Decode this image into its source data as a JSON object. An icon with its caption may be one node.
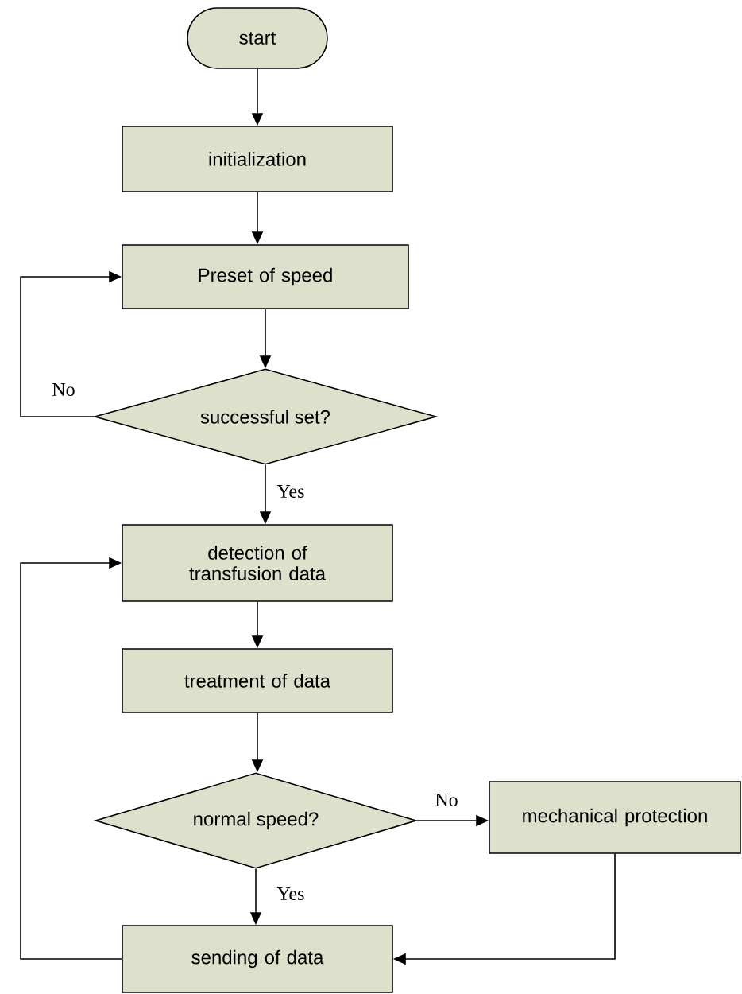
{
  "diagram": {
    "nodes": [
      {
        "text": [
          "start"
        ]
      },
      {
        "text": [
          "initialization"
        ]
      },
      {
        "text": [
          "Preset of speed"
        ]
      },
      {
        "text": [
          "successful set?"
        ]
      },
      {
        "text": [
          "detection of transfusion data"
        ]
      },
      {
        "text": [
          "treatment of data"
        ]
      },
      {
        "text": [
          "normal speed?"
        ]
      },
      {
        "text": [
          "mechanical protection"
        ]
      },
      {
        "text": [
          "sending of data"
        ]
      }
    ],
    "edges": [
      {
        "from": 0,
        "to": 1,
        "arrow": "to"
      },
      {
        "from": 1,
        "to": 2,
        "arrow": "to"
      },
      {
        "from": 2,
        "to": 3,
        "arrow": "to"
      },
      {
        "from": 3,
        "to": 2,
        "arrow": "to",
        "label": "No"
      },
      {
        "from": 3,
        "to": 4,
        "arrow": "to",
        "label": "Yes"
      },
      {
        "from": 4,
        "to": 5,
        "arrow": "to"
      },
      {
        "from": 5,
        "to": 6,
        "arrow": "to"
      },
      {
        "from": 6,
        "to": 7,
        "arrow": "to",
        "label": "No"
      },
      {
        "from": 6,
        "to": 8,
        "arrow": "to",
        "label": "Yes"
      },
      {
        "from": 7,
        "to": 8,
        "arrow": "to"
      },
      {
        "from": 8,
        "to": 4,
        "arrow": "to"
      }
    ]
  }
}
